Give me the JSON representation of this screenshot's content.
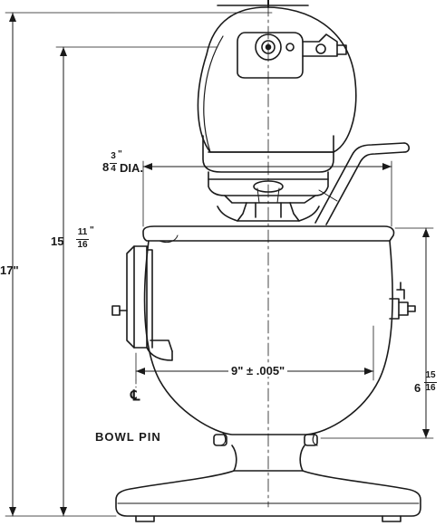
{
  "dimensions": {
    "total_height": "17\"",
    "bowl_top_height_whole": "15",
    "bowl_top_height_num": "11",
    "bowl_top_height_den": "16",
    "bowl_top_height_unit": "\"",
    "dia_whole": "8",
    "dia_num": "3",
    "dia_den": "4",
    "dia_unit": "\"",
    "dia_suffix": "DIA.",
    "bowl_pin_width": "9\" ± .005\"",
    "bowl_height_whole": "6",
    "bowl_height_num": "15",
    "bowl_height_den": "16"
  },
  "labels": {
    "centerline_symbol": "℄",
    "bowl_pin": "BOWL PIN"
  },
  "colors": {
    "ink": "#1a1a1a",
    "paper": "#ffffff"
  }
}
